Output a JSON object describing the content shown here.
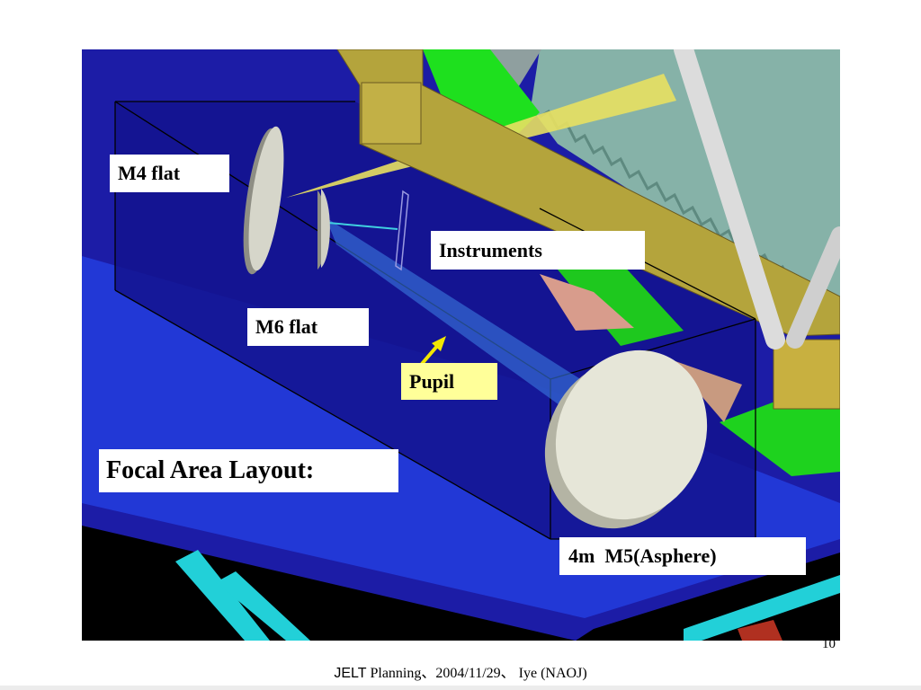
{
  "labels": {
    "m4_flat": "M4 flat",
    "instruments": "Instruments",
    "m6_flat": "M6 flat",
    "pupil": "Pupil",
    "focal_area_layout": "Focal Area Layout:",
    "m5_asphere": "4m  M5(Asphere)"
  },
  "footer": {
    "brand": "JELT",
    "rest": " Planning、2004/11/29、 Iye (NAOJ)"
  },
  "page_number": "10",
  "colors": {
    "slide_background": "#ffffff",
    "scene_blue": "#1c1ca6",
    "floor_blue": "#2238d6",
    "label_background": "#ffffff",
    "pupil_label_background": "#ffff99",
    "arrow": "#f2e600",
    "beam_tan": "#b4a43c",
    "mesh_teal": "#86b2a8"
  }
}
